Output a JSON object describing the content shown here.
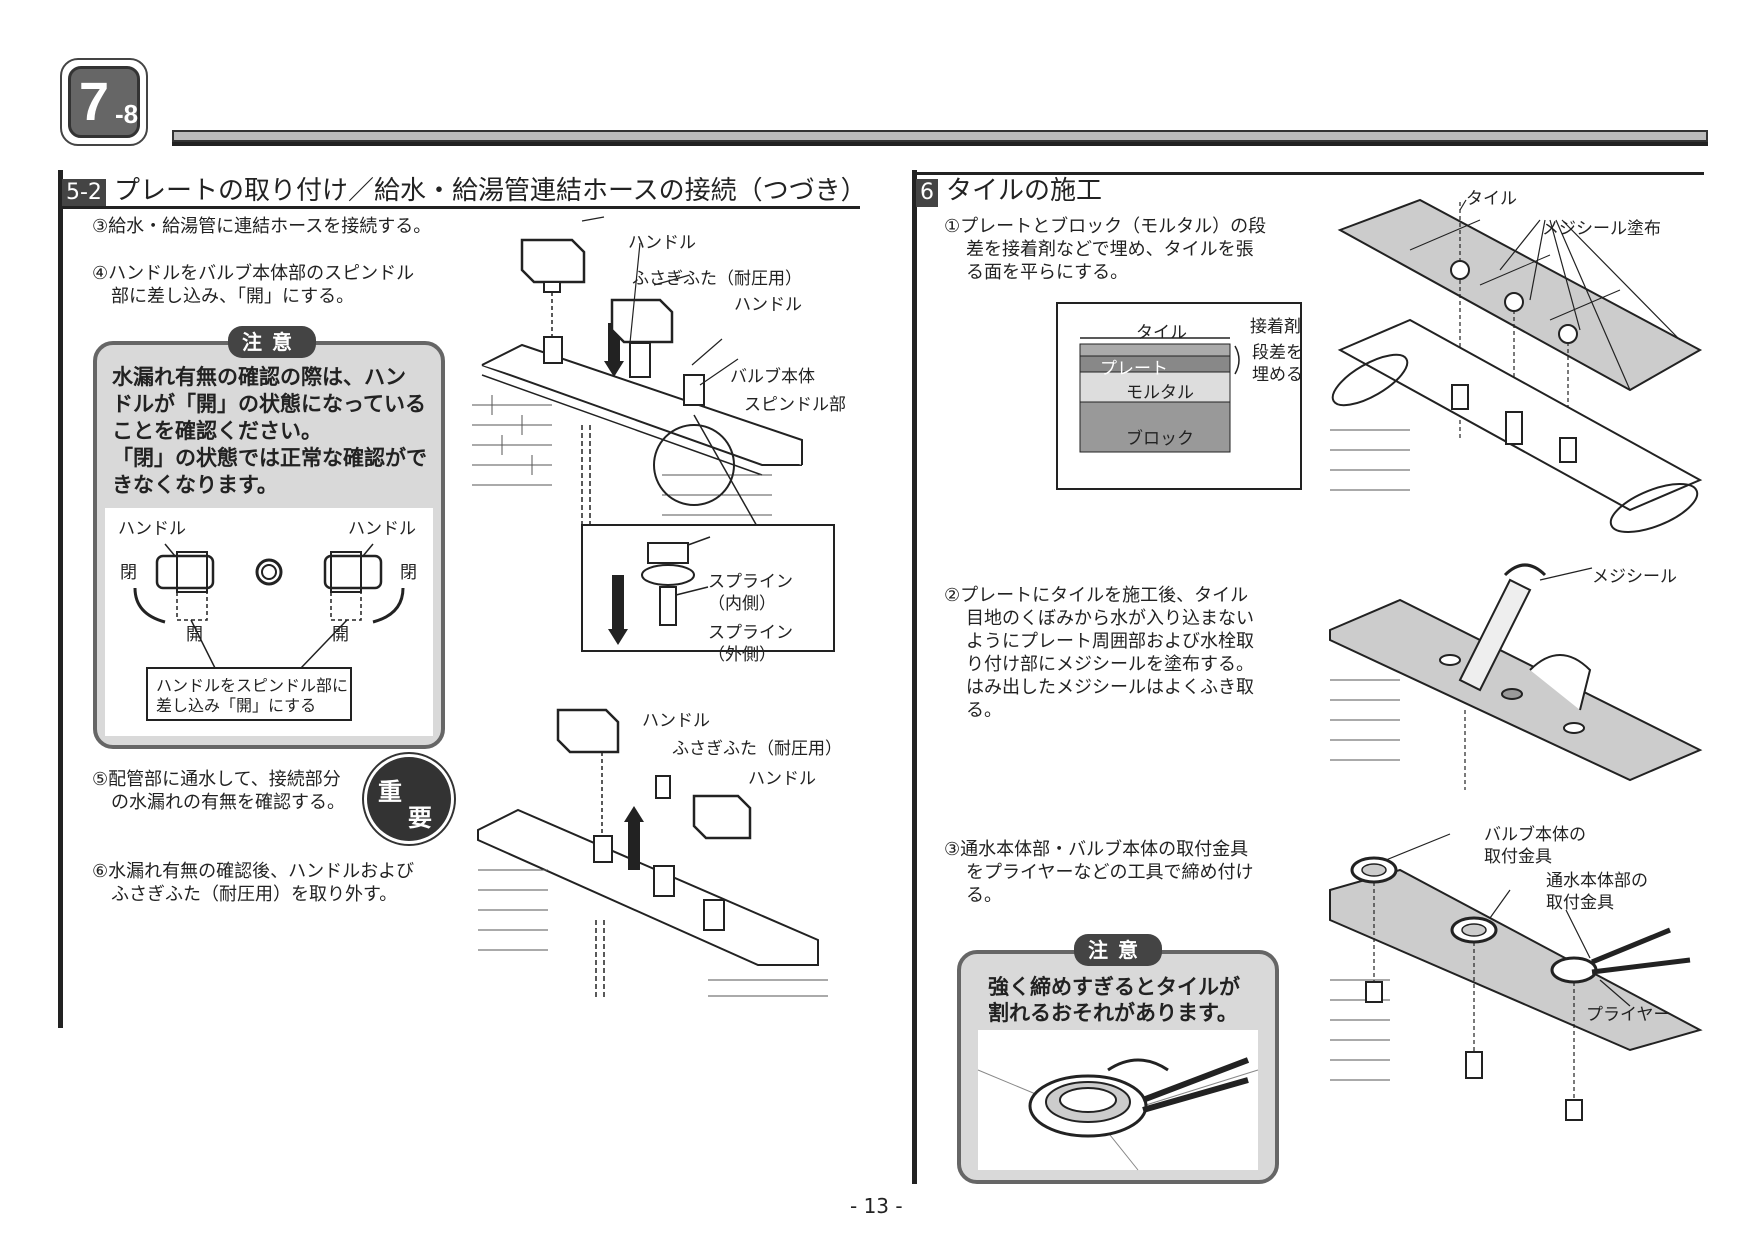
{
  "header": {
    "chapter_big": "7",
    "chapter_small": "-8"
  },
  "left": {
    "section_num": "5-2",
    "section_title": "プレートの取り付け／給水・給湯管連結ホースの接続（つづき）",
    "step3": "③給水・給湯管に連結ホースを接続する。",
    "step4_l1": "④ハンドルをバルブ本体部のスピンドル",
    "step4_l2": "部に差し込み、「開」にする。",
    "caution_label": "注意",
    "caution_l1": "水漏れ有無の確認の際は、ハン",
    "caution_l2": "ドルが「開」の状態になっている",
    "caution_l3": "ことを確認ください。",
    "caution_l4": "「閉」の状態では正常な確認がで",
    "caution_l5": "きなくなります。",
    "handle_left": "ハンドル",
    "handle_right": "ハンドル",
    "closed_left": "閉",
    "closed_right": "閉",
    "open_left": "開",
    "open_right": "開",
    "insert_note_l1": "ハンドルをスピンドル部に",
    "insert_note_l2": "差し込み「開」にする",
    "step5_l1": "⑤配管部に通水して、接続部分",
    "step5_l2": "の水漏れの有無を確認する。",
    "important_1": "重",
    "important_2": "要",
    "step6_l1": "⑥水漏れ有無の確認後、ハンドルおよび",
    "step6_l2": "ふさぎふた（耐圧用）を取り外す。",
    "fig1_handle1": "ハンドル",
    "fig1_cap": "ふさぎふた（耐圧用）",
    "fig1_handle2": "ハンドル",
    "fig1_valve": "バルブ本体",
    "fig1_spindle": "スピンドル部",
    "fig1_spline_in_1": "スプライン",
    "fig1_spline_in_2": "（内側）",
    "fig1_spline_out_1": "スプライン",
    "fig1_spline_out_2": "（外側）",
    "fig2_handle1": "ハンドル",
    "fig2_cap": "ふさぎふた（耐圧用）",
    "fig2_handle2": "ハンドル"
  },
  "right": {
    "section_num": "6",
    "section_title": "タイルの施工",
    "step1_l1": "①プレートとブロック（モルタル）の段",
    "step1_l2": "差を接着剤などで埋め、タイルを張",
    "step1_l3": "る面を平らにする。",
    "layer_tile": "タイル",
    "layer_plate": "プレート",
    "layer_mortar": "モルタル",
    "layer_block": "ブロック",
    "adhesive": "接着剤",
    "fill_l1": "段差を",
    "fill_l2": "埋める",
    "fig3_tile": "タイル",
    "fig3_sealant": "メジシール塗布",
    "step2_l1": "②プレートにタイルを施工後、タイル",
    "step2_l2": "目地のくぼみから水が入り込まない",
    "step2_l3": "ようにプレート周囲部および水栓取",
    "step2_l4": "り付け部にメジシールを塗布する。",
    "step2_l5": "はみ出したメジシールはよくふき取",
    "step2_l6": "る。",
    "fig4_sealant": "メジシール",
    "step3_l1": "③通水本体部・バルブ本体の取付金具",
    "step3_l2": "をプライヤーなどの工具で締め付け",
    "step3_l3": "る。",
    "caution_label": "注意",
    "caution_l1": "強く締めすぎるとタイルが",
    "caution_l2": "割れるおそれがあります。",
    "fig5_valve_l1": "バルブ本体の",
    "fig5_valve_l2": "取付金具",
    "fig5_water_l1": "通水本体部の",
    "fig5_water_l2": "取付金具",
    "fig5_plier": "プライヤー"
  },
  "footer": {
    "page": "- 13 -"
  }
}
